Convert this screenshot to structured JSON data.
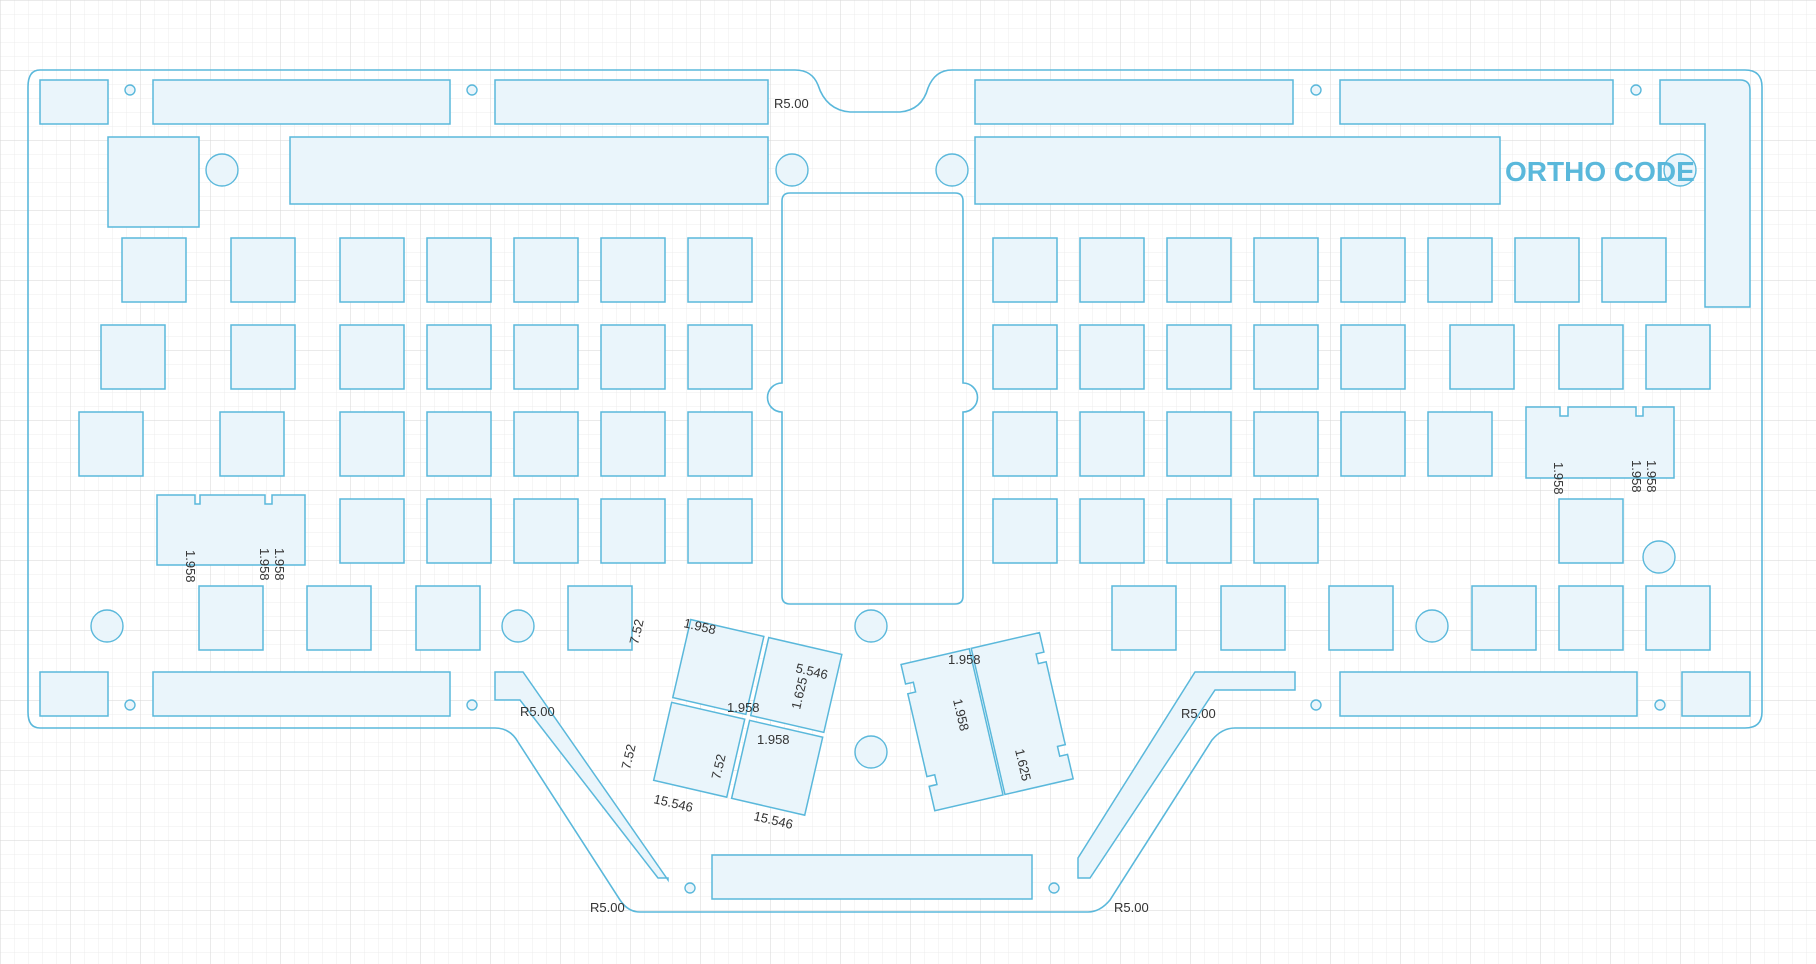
{
  "colors": {
    "accent": "#5ab8db",
    "fill": "#eaf5fb",
    "grid": "#e6e6e6",
    "gridMajor": "#d2d2d2",
    "dimension": "#333333"
  },
  "logo": {
    "text": "ORTHO CODE"
  },
  "radius_labels": [
    "R5.00",
    "R5.00",
    "R5.00",
    "R5.00",
    "R5.00"
  ],
  "dimension_labels": {
    "a": "1.958",
    "b": "7.52",
    "c": "7.52",
    "d": "15.546",
    "e": "15.546",
    "f": "7.52",
    "g": "1.958",
    "h": "1.625",
    "i": "5.546",
    "j": "1.958",
    "k": "1.958",
    "l": "1.958",
    "m": "1.625",
    "n": "1.958",
    "o": "1.958",
    "p": "1.958",
    "q": "1.958",
    "r": "1.958",
    "s": "1.958"
  }
}
